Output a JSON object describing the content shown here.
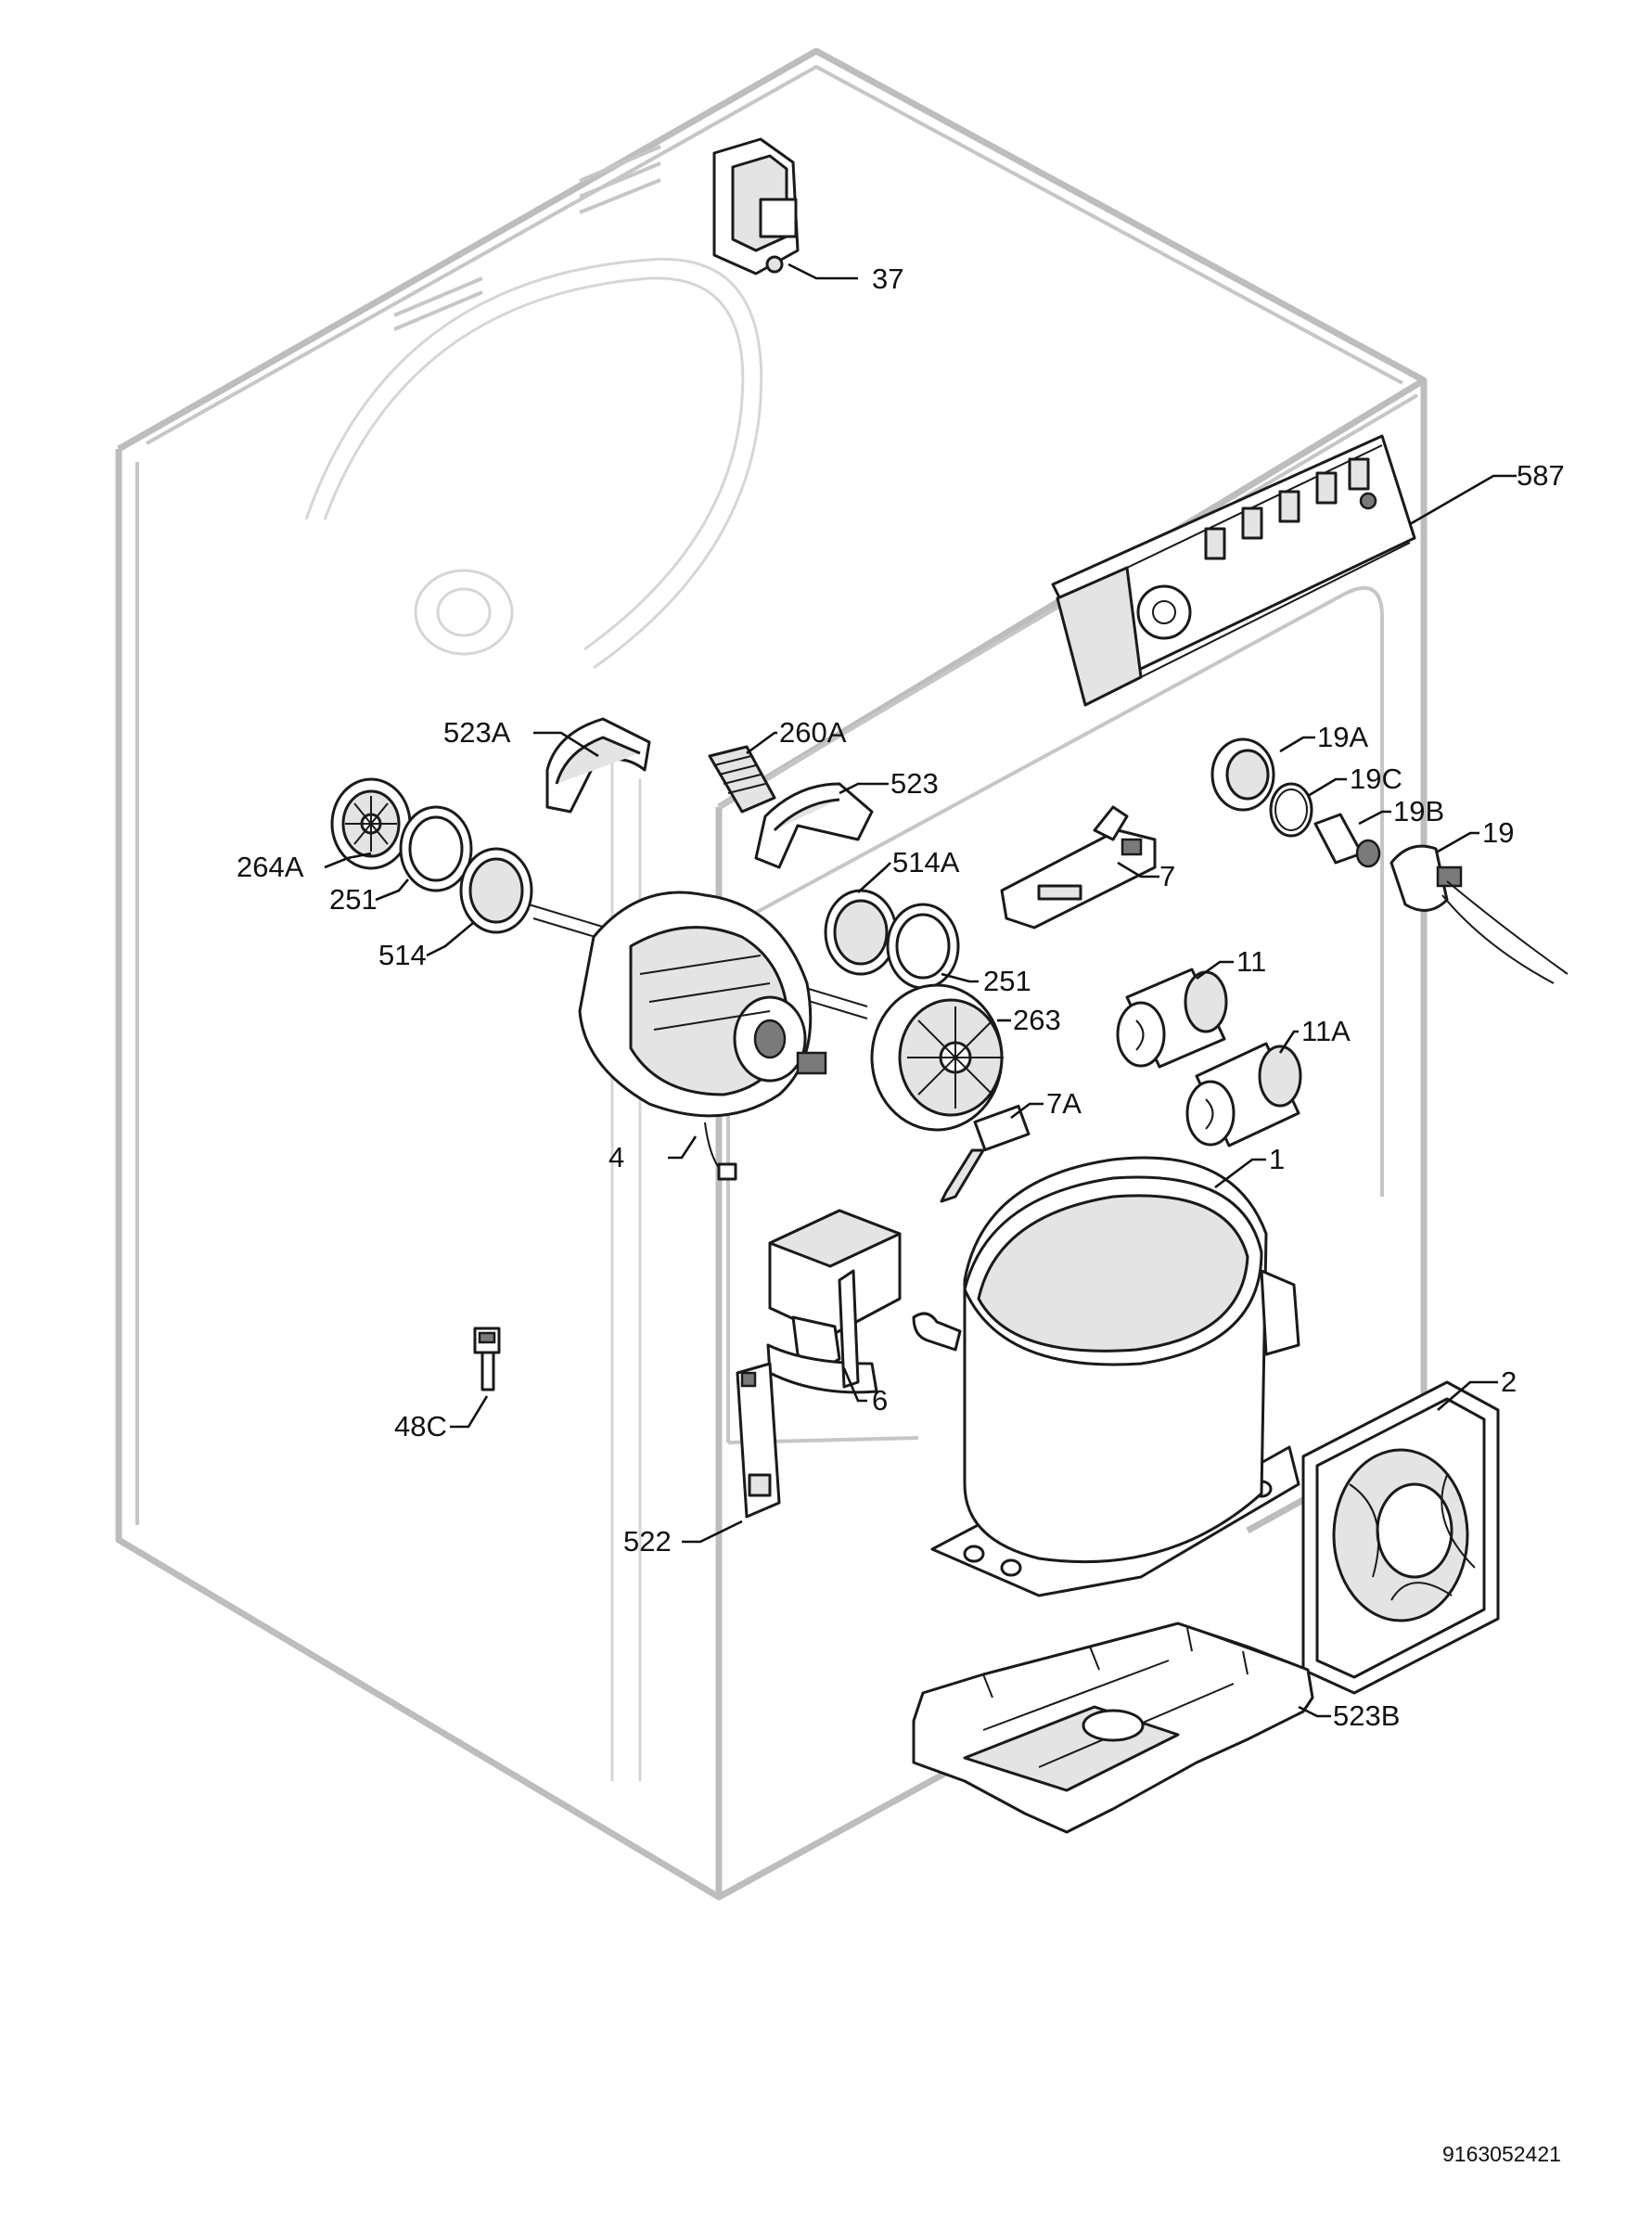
{
  "diagram": {
    "drawing_number": "9163052421",
    "labels": {
      "p37": "37",
      "p587": "587",
      "p523A": "523A",
      "p260A": "260A",
      "p523": "523",
      "p264A": "264A",
      "p251_left": "251",
      "p514": "514",
      "p514A": "514A",
      "p251_right": "251",
      "p263": "263",
      "p7": "7",
      "p19A": "19A",
      "p19C": "19C",
      "p19B": "19B",
      "p19": "19",
      "p11": "11",
      "p11A": "11A",
      "p7A": "7A",
      "p4": "4",
      "p1": "1",
      "p6": "6",
      "p2": "2",
      "p48C": "48C",
      "p522": "522",
      "p523B": "523B"
    }
  }
}
